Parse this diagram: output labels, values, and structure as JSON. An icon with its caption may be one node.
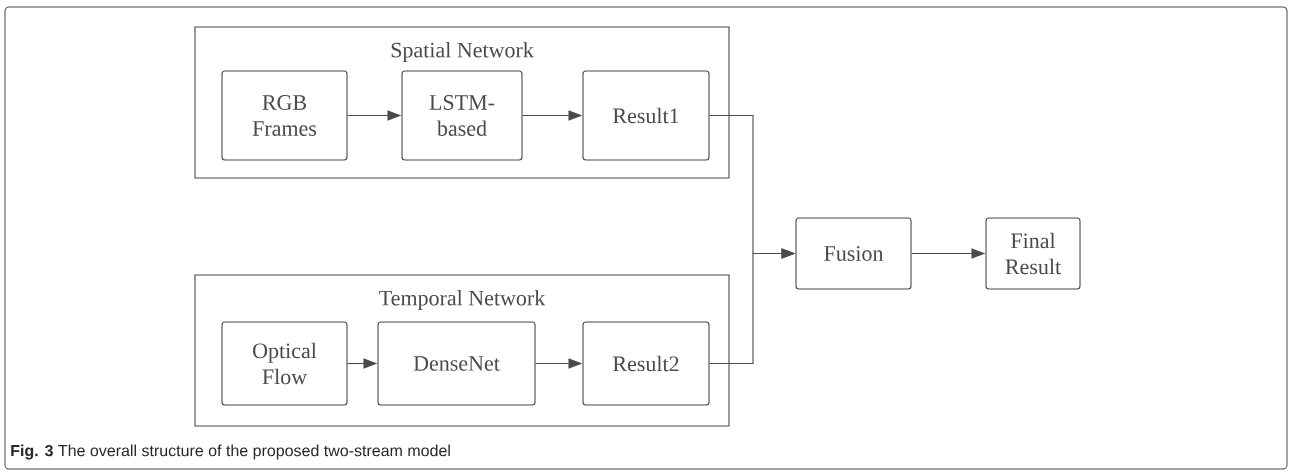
{
  "diagram": {
    "caption": "**Fig. 3** The overall structure of the proposed two-stream model",
    "nodes": [
      {
        "text": [
          "Spatial Network"
        ]
      },
      {
        "text": [
          "RGB Frames"
        ],
        "in": 0
      },
      {
        "text": [
          "LSTM-based"
        ],
        "in": 0
      },
      {
        "text": [
          "Result1"
        ],
        "in": 0
      },
      {
        "text": [
          "Temporal Network"
        ]
      },
      {
        "text": [
          "Optical Flow"
        ],
        "in": 4
      },
      {
        "text": [
          "DenseNet"
        ],
        "in": 4
      },
      {
        "text": [
          "Result2"
        ],
        "in": 4
      },
      {
        "text": [
          "Fusion"
        ]
      },
      {
        "text": [
          "Final Result"
        ]
      }
    ],
    "edges": [
      {
        "from": 1,
        "to": 2,
        "arrow": "to"
      },
      {
        "from": 2,
        "to": 3,
        "arrow": "to"
      },
      {
        "from": 5,
        "to": 6,
        "arrow": "to"
      },
      {
        "from": 6,
        "to": 7,
        "arrow": "to"
      },
      {
        "from": 3,
        "to": 8,
        "arrow": "to"
      },
      {
        "from": 7,
        "to": 8,
        "arrow": "to"
      },
      {
        "from": 8,
        "to": 9,
        "arrow": "to"
      }
    ]
  }
}
